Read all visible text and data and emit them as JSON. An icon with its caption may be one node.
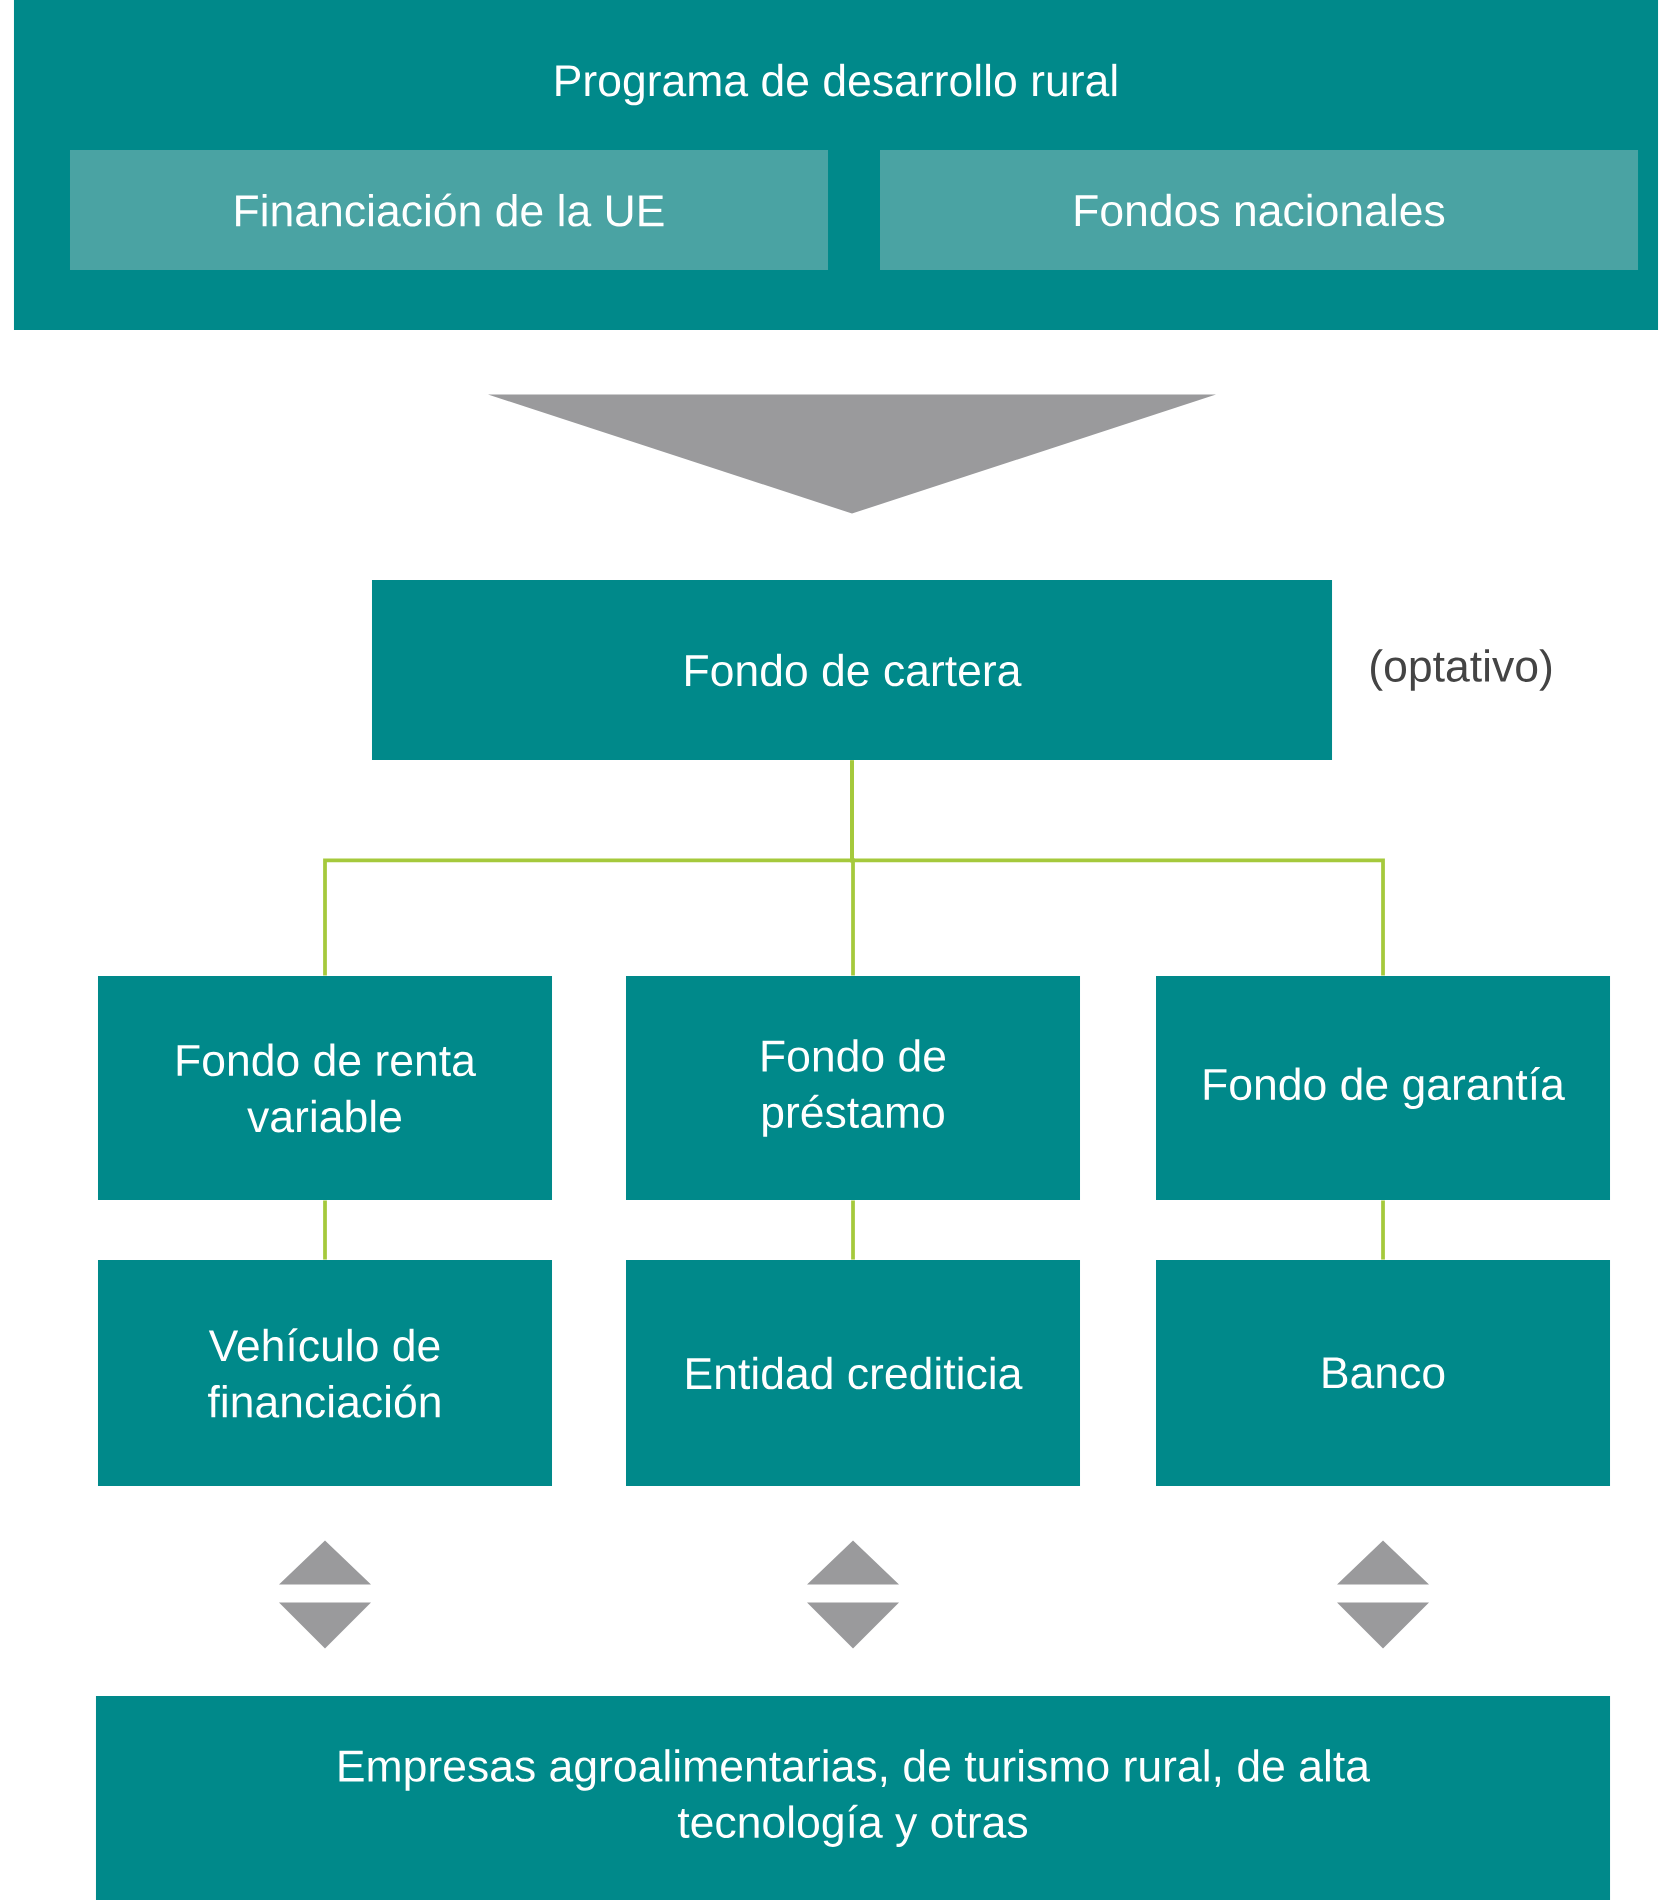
{
  "diagram": {
    "nodes": [
      {
        "text": [
          "Programa de desarrollo rural"
        ]
      },
      {
        "text": [
          "Financiación de la UE"
        ],
        "in": 0
      },
      {
        "text": [
          "Fondos nacionales"
        ],
        "in": 0
      },
      {
        "text": [
          "Fondo de cartera"
        ],
        "beside": [
          "(optativo)"
        ]
      },
      {
        "text": [
          "Fondo de renta variable"
        ]
      },
      {
        "text": [
          "Fondo de préstamo"
        ]
      },
      {
        "text": [
          "Fondo de garantía"
        ]
      },
      {
        "text": [
          "Vehículo de financiación"
        ]
      },
      {
        "text": [
          "Entidad crediticia"
        ]
      },
      {
        "text": [
          "Banco"
        ]
      },
      {
        "text": [
          "Empresas agroalimentarias, de turismo rural, de alta tecnología y otras"
        ]
      }
    ],
    "edges": [
      {
        "from": 0,
        "to": 3,
        "arrow": "to",
        "style": "thick",
        "color": "#9a9a9c"
      },
      {
        "from": 3,
        "to": 4,
        "arrow": "none"
      },
      {
        "from": 3,
        "to": 5,
        "arrow": "none"
      },
      {
        "from": 3,
        "to": 6,
        "arrow": "none"
      },
      {
        "from": 4,
        "to": 7,
        "arrow": "none"
      },
      {
        "from": 5,
        "to": 8,
        "arrow": "none"
      },
      {
        "from": 6,
        "to": 9,
        "arrow": "none"
      },
      {
        "from": 7,
        "to": 10,
        "arrow": "both",
        "style": "thick",
        "color": "#9a9a9c"
      },
      {
        "from": 8,
        "to": 10,
        "arrow": "both",
        "style": "thick",
        "color": "#9a9a9c"
      },
      {
        "from": 9,
        "to": 10,
        "arrow": "both",
        "style": "thick",
        "color": "#9a9a9c"
      }
    ]
  }
}
